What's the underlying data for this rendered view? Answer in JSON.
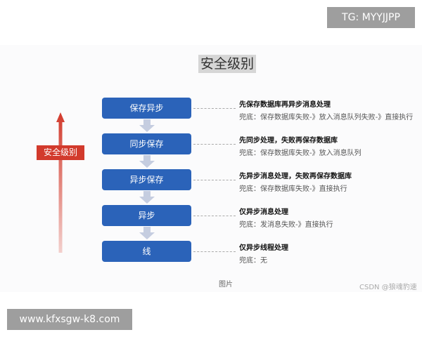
{
  "title": "安全级别",
  "level_label": "安全级别",
  "colors": {
    "box": "#2b63b9",
    "arrow": "#d23a2c"
  },
  "levels": [
    {
      "name": "保存异步",
      "desc": "先保存数据库再异步消息处理",
      "fallback": "兜底：保存数据库失败-》放入消息队列失败-》直接执行"
    },
    {
      "name": "同步保存",
      "desc": "先同步处理，失败再保存数据库",
      "fallback": "兜底：保存数据库失败-》放入消息队列"
    },
    {
      "name": "异步保存",
      "desc": "先异步消息处理，失败再保存数据库",
      "fallback": "兜底：保存数据库失败-》直接执行"
    },
    {
      "name": "异步",
      "desc": "仅异步消息处理",
      "fallback": "兜底：发消息失败-》直接执行"
    },
    {
      "name": "线",
      "desc": "仅异步线程处理",
      "fallback": "兜底：无"
    }
  ],
  "caption": "图片",
  "csdn_watermark": "CSDN @狼魂豹速",
  "overlay_tg": "TG: MYYJJPP",
  "overlay_site": "www.kfxsgw-k8.com"
}
